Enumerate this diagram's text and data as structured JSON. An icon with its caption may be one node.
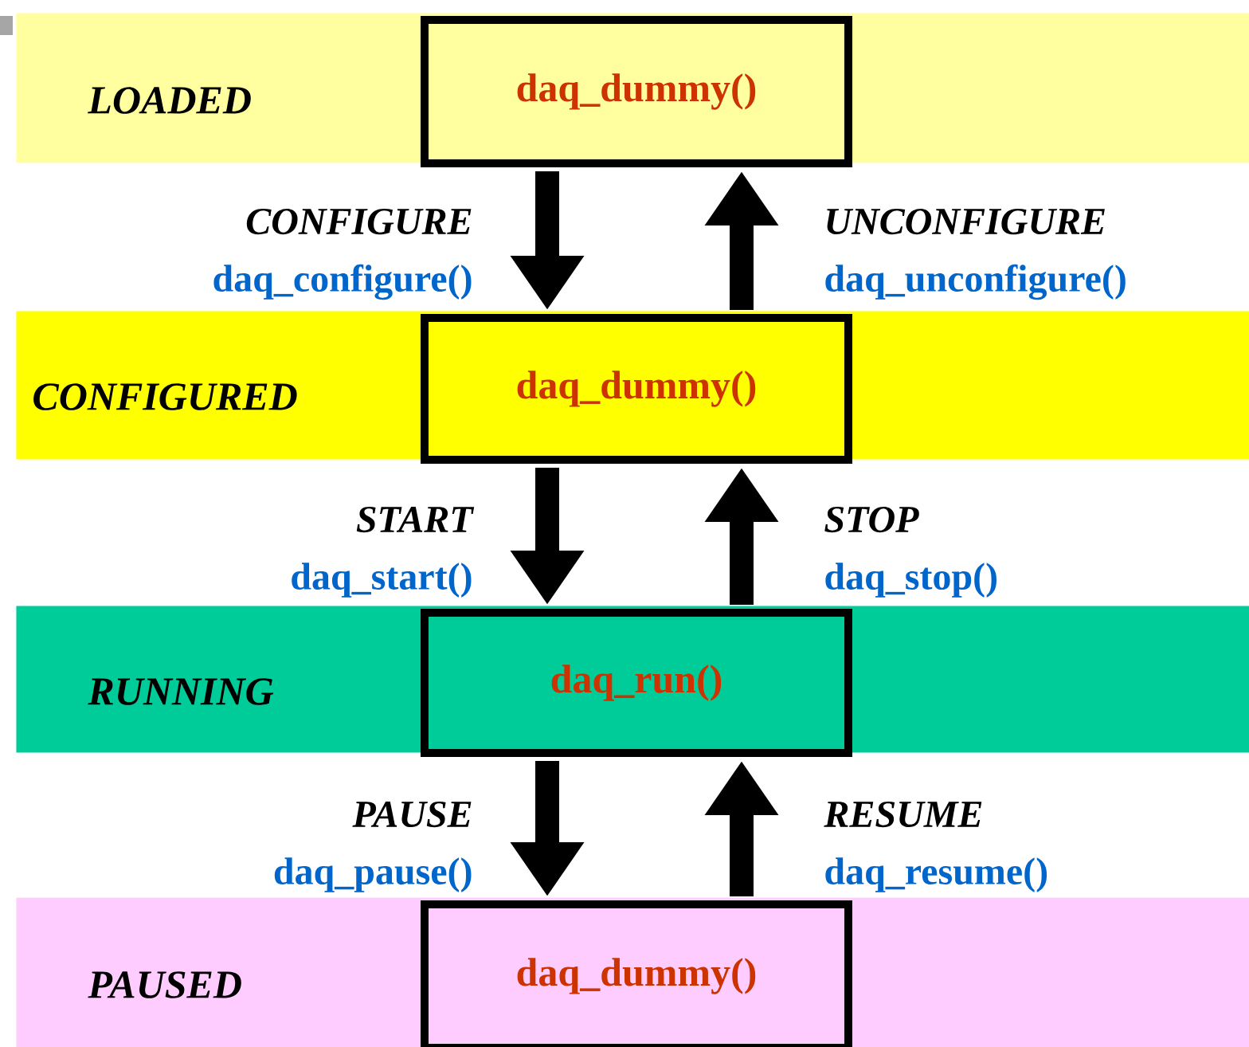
{
  "diagram": {
    "nodes": [
      {
        "text": [
          "LOADED"
        ]
      },
      {
        "text": [
          "daq_dummy()"
        ],
        "in": 0
      },
      {
        "text": [
          "CONFIGURED"
        ]
      },
      {
        "text": [
          "daq_dummy()"
        ],
        "in": 2
      },
      {
        "text": [
          "RUNNING"
        ]
      },
      {
        "text": [
          "daq_run()"
        ],
        "in": 4
      },
      {
        "text": [
          "PAUSED"
        ]
      },
      {
        "text": [
          "daq_dummy()"
        ],
        "in": 6
      }
    ],
    "edges": [
      {
        "from": 1,
        "to": 3,
        "arrow": "to",
        "label": "CONFIGURE"
      },
      {
        "from": 3,
        "to": 1,
        "arrow": "to",
        "label": "UNCONFIGURE"
      },
      {
        "from": 3,
        "to": 5,
        "arrow": "to",
        "label": "START"
      },
      {
        "from": 5,
        "to": 3,
        "arrow": "to",
        "label": "STOP"
      },
      {
        "from": 5,
        "to": 7,
        "arrow": "to",
        "label": "PAUSE"
      },
      {
        "from": 7,
        "to": 5,
        "arrow": "to",
        "label": "RESUME"
      }
    ],
    "labels": [
      "daq_configure()",
      "daq_unconfigure()",
      "daq_start()",
      "daq_stop()",
      "daq_pause()",
      "daq_resume()"
    ]
  }
}
